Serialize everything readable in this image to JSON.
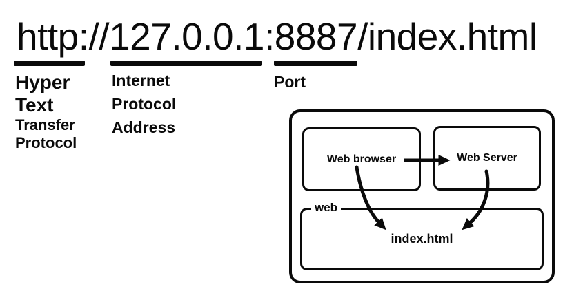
{
  "page": {
    "url": "http://127.0.0.1:8887/index.html"
  },
  "url_parts": {
    "http_expansion": [
      "Hyper",
      "Text",
      "Transfer",
      "Protocol"
    ],
    "ip_expansion": [
      "Internet",
      "Protocol",
      "Address"
    ],
    "port_label": "Port"
  },
  "diagram": {
    "browser_label": "Web browser",
    "server_label": "Web Server",
    "folder_label": "web",
    "file_label": "index.html"
  },
  "colors": {
    "ink": "#0a0a0a",
    "background": "#ffffff"
  }
}
